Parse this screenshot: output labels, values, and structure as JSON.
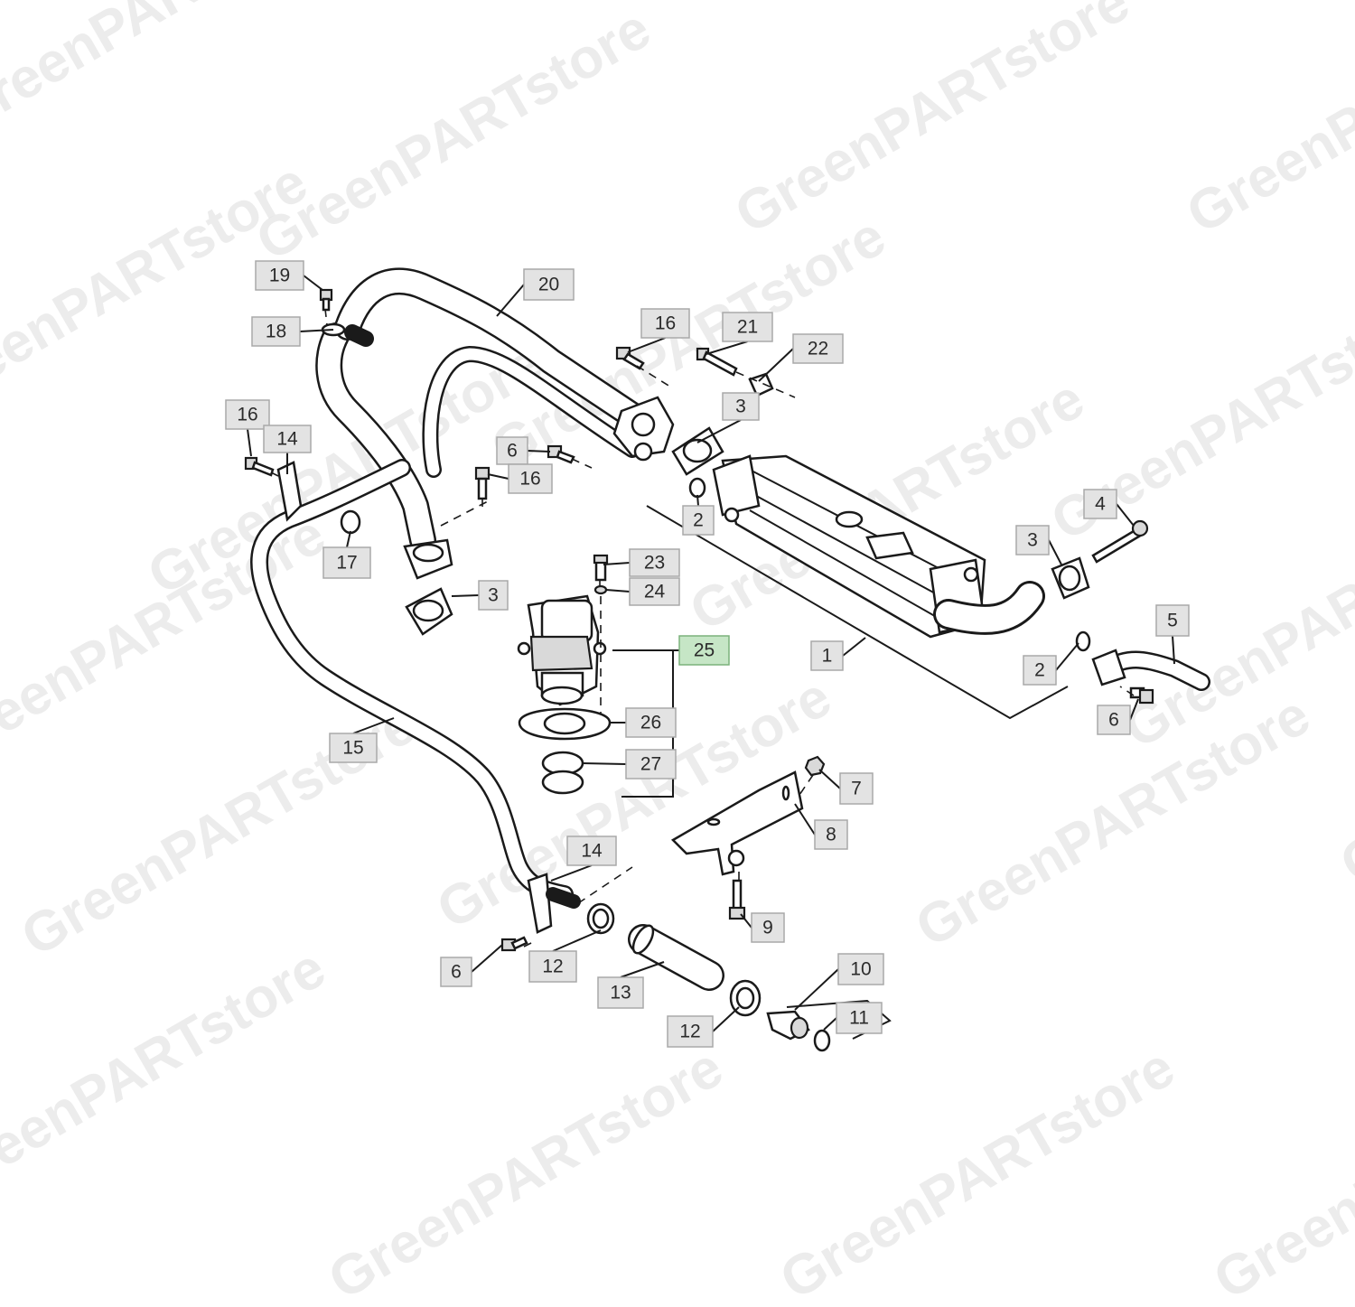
{
  "watermark": {
    "text": "GreenPARTstore"
  },
  "diagram": {
    "title": ""
  },
  "callouts": [
    {
      "id": "c19",
      "label": "19"
    },
    {
      "id": "c18",
      "label": "18"
    },
    {
      "id": "c20",
      "label": "20"
    },
    {
      "id": "c16a",
      "label": "16"
    },
    {
      "id": "c21",
      "label": "21"
    },
    {
      "id": "c22",
      "label": "22"
    },
    {
      "id": "c3a",
      "label": "3"
    },
    {
      "id": "c16b",
      "label": "16"
    },
    {
      "id": "c14a",
      "label": "14"
    },
    {
      "id": "c6a",
      "label": "6"
    },
    {
      "id": "c16c",
      "label": "16"
    },
    {
      "id": "c17",
      "label": "17"
    },
    {
      "id": "c2a",
      "label": "2"
    },
    {
      "id": "c4",
      "label": "4"
    },
    {
      "id": "c3b",
      "label": "3"
    },
    {
      "id": "c23",
      "label": "23"
    },
    {
      "id": "c24",
      "label": "24"
    },
    {
      "id": "c3c",
      "label": "3"
    },
    {
      "id": "c25",
      "label": "25",
      "highlight": true
    },
    {
      "id": "c5",
      "label": "5"
    },
    {
      "id": "c1",
      "label": "1"
    },
    {
      "id": "c2b",
      "label": "2"
    },
    {
      "id": "c26",
      "label": "26"
    },
    {
      "id": "c6b",
      "label": "6"
    },
    {
      "id": "c15",
      "label": "15"
    },
    {
      "id": "c27",
      "label": "27"
    },
    {
      "id": "c7",
      "label": "7"
    },
    {
      "id": "c8",
      "label": "8"
    },
    {
      "id": "c14b",
      "label": "14"
    },
    {
      "id": "c9",
      "label": "9"
    },
    {
      "id": "c10",
      "label": "10"
    },
    {
      "id": "c6c",
      "label": "6"
    },
    {
      "id": "c12a",
      "label": "12"
    },
    {
      "id": "c13",
      "label": "13"
    },
    {
      "id": "c11",
      "label": "11"
    },
    {
      "id": "c12b",
      "label": "12"
    }
  ]
}
